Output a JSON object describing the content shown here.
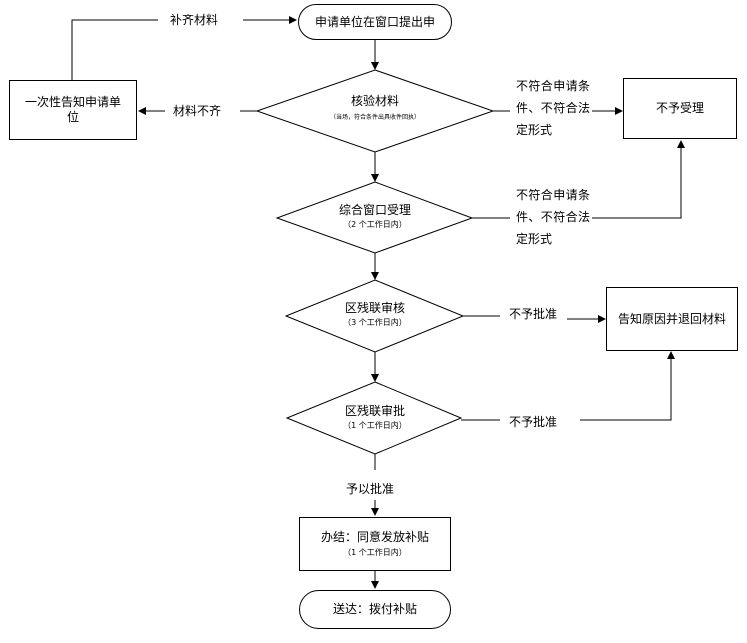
{
  "nodes": {
    "start": "申请单位在窗口提出申",
    "notify": "一次性告知申请单位",
    "verify": "核验材料",
    "verify_note": "（当场，符合条件出具收件回执）",
    "reject_accept": "不予受理",
    "window": "综合窗口受理",
    "window_days": "（2 个工作日内）",
    "review": "区残联审核",
    "review_days": "（3 个工作日内）",
    "return": "告知原因并退回材料",
    "approve": "区残联审批",
    "approve_days": "（1 个工作日内）",
    "finish": "办结：同意发放补贴",
    "finish_days": "（1 个工作日内）",
    "deliver": "送达：拨付补贴"
  },
  "labels": {
    "supplement": "补齐材料",
    "incomplete": "材料不齐",
    "not_meet_1": "不符合申请条件、不符合法定形式",
    "not_meet_2": "不符合申请条件、不符合法定形式",
    "no_approve_1": "不予批准",
    "no_approve_2": "不予批准",
    "grant": "予以批准"
  }
}
